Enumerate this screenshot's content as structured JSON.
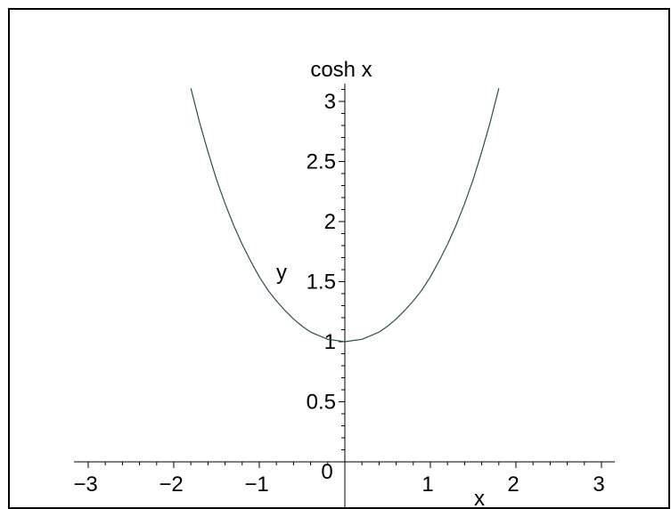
{
  "chart_data": {
    "type": "line",
    "title": "cosh x",
    "xlabel": "x",
    "ylabel": "y",
    "xlim": [
      -3.1,
      3.1
    ],
    "ylim": [
      0,
      3.1
    ],
    "x_ticks": [
      -3,
      -2,
      -1,
      0,
      1,
      2,
      3
    ],
    "x_tick_labels": [
      "−3",
      "−2",
      "−1",
      "0",
      "1",
      "2",
      "3"
    ],
    "y_ticks": [
      0.5,
      1,
      1.5,
      2,
      2.5,
      3
    ],
    "y_tick_labels": [
      "0.5",
      "1",
      "1.5",
      "2",
      "2.5",
      "3"
    ],
    "grid": false,
    "series": [
      {
        "color": "#2f4f4f",
        "x": [
          -1.8,
          -1.7,
          -1.6,
          -1.5,
          -1.4,
          -1.3,
          -1.2,
          -1.1,
          -1.0,
          -0.9,
          -0.8,
          -0.7,
          -0.6,
          -0.5,
          -0.4,
          -0.3,
          -0.2,
          -0.1,
          0.0,
          0.1,
          0.2,
          0.3,
          0.4,
          0.5,
          0.6,
          0.7,
          0.8,
          0.9,
          1.0,
          1.1,
          1.2,
          1.3,
          1.4,
          1.5,
          1.6,
          1.7,
          1.8
        ],
        "y": [
          3.11,
          2.83,
          2.58,
          2.35,
          2.15,
          1.97,
          1.81,
          1.67,
          1.54,
          1.43,
          1.34,
          1.26,
          1.19,
          1.13,
          1.08,
          1.05,
          1.02,
          1.01,
          1.0,
          1.01,
          1.02,
          1.05,
          1.08,
          1.13,
          1.19,
          1.26,
          1.34,
          1.43,
          1.54,
          1.67,
          1.81,
          1.97,
          2.15,
          2.35,
          2.58,
          2.83,
          3.11
        ]
      }
    ]
  }
}
